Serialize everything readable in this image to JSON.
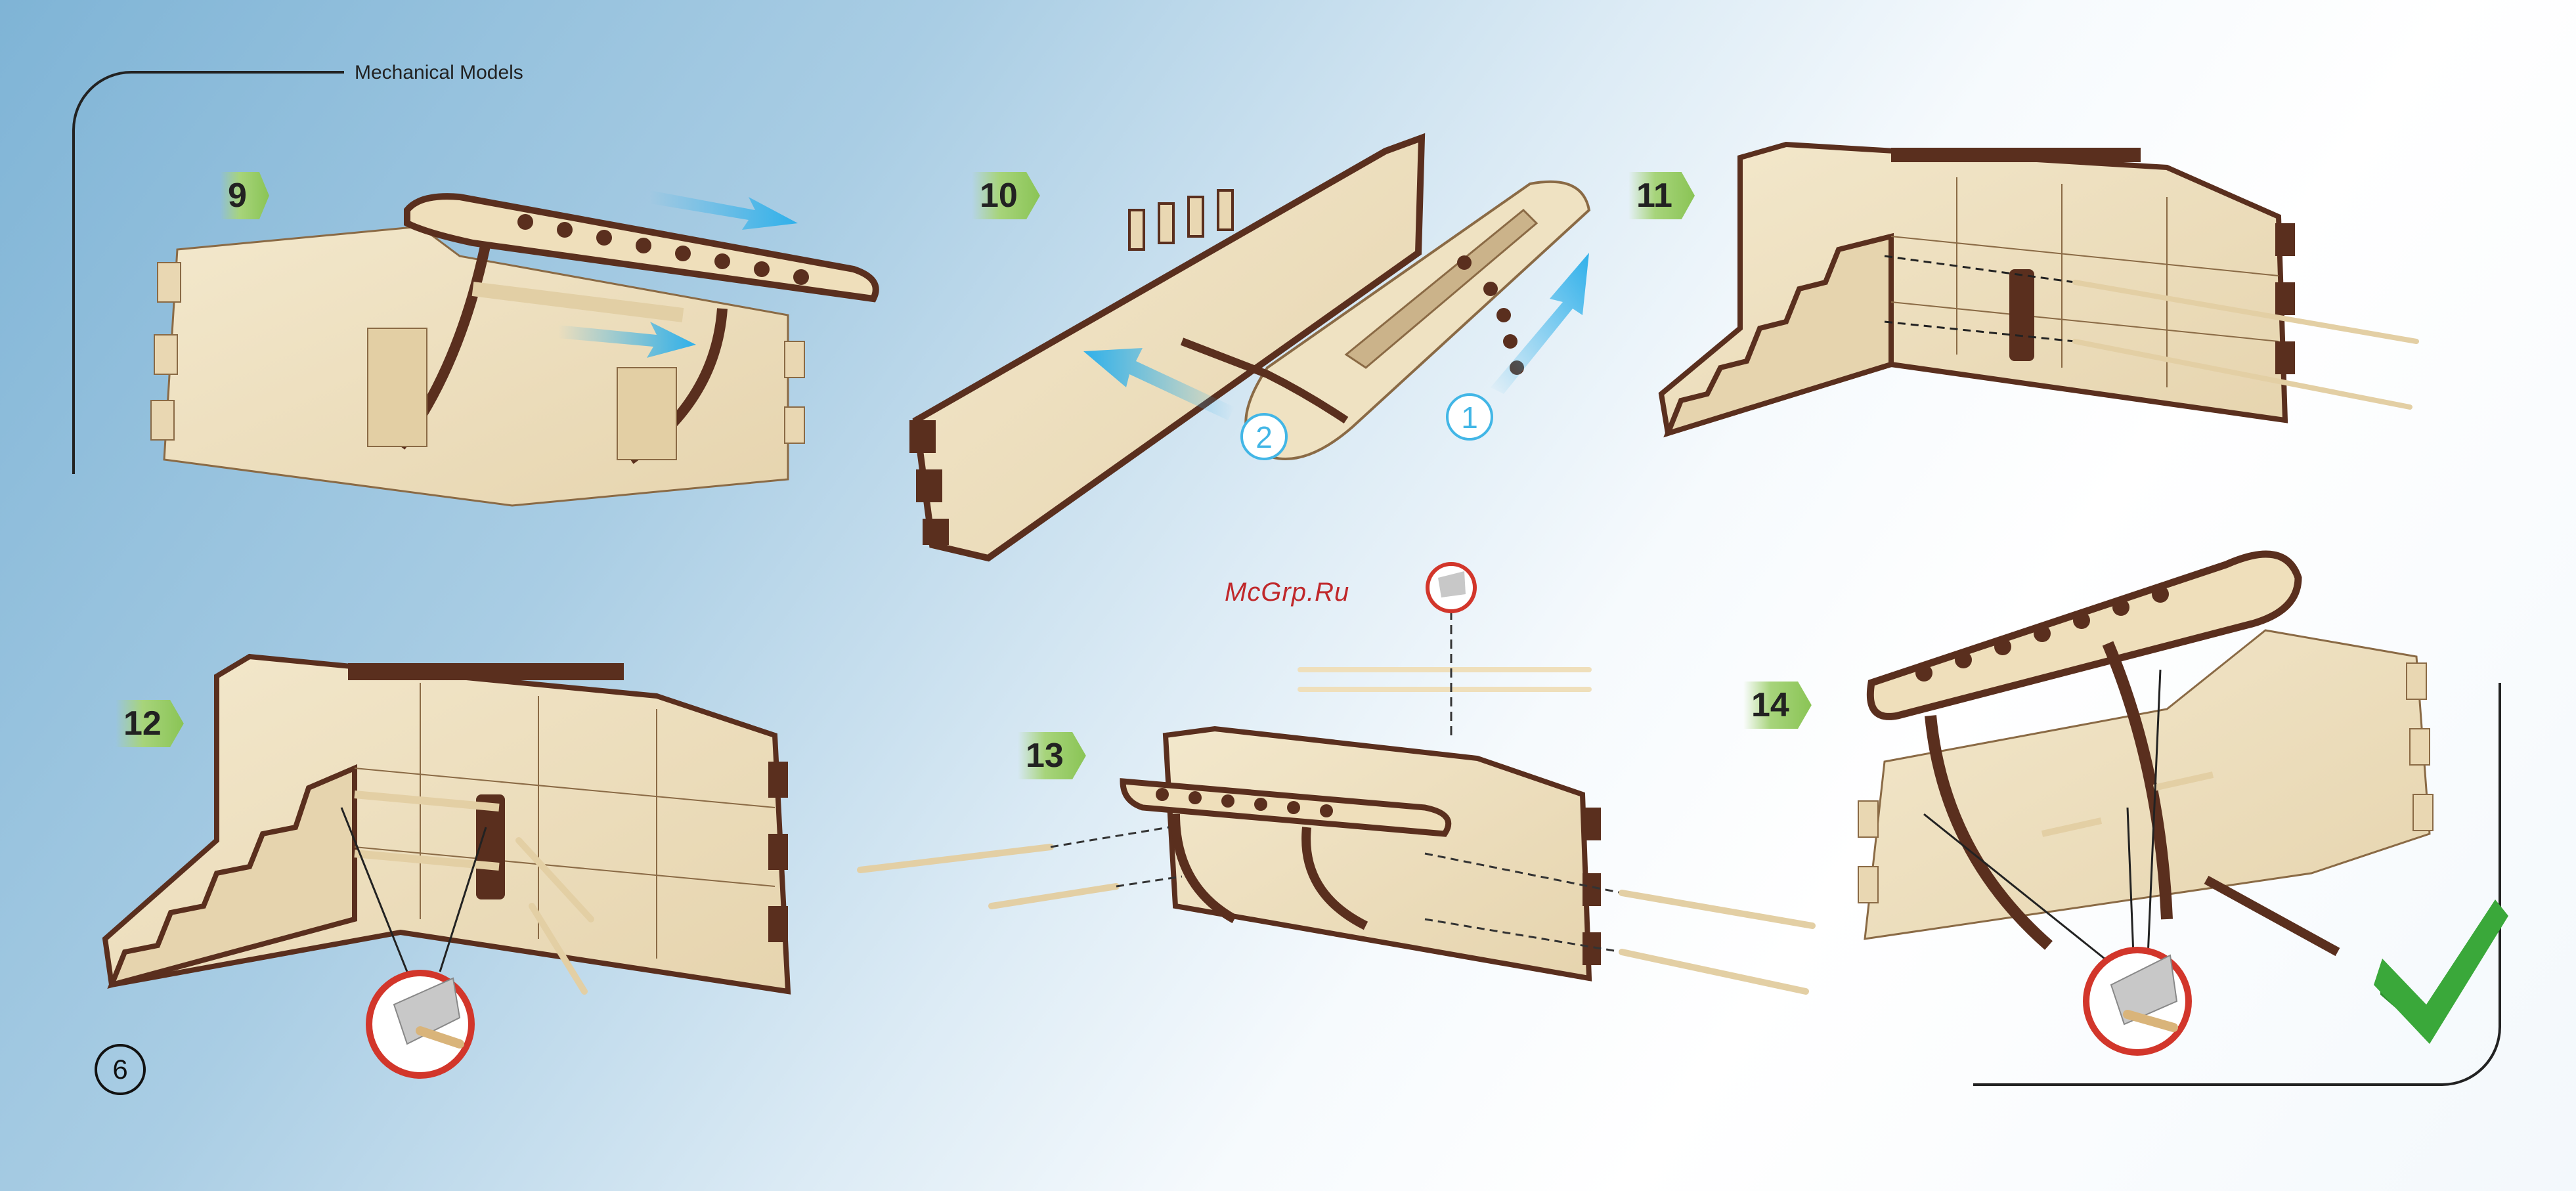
{
  "header": {
    "title": "Mechanical Models"
  },
  "page": {
    "number": "6"
  },
  "watermark": {
    "text": "McGrp.Ru"
  },
  "steps": [
    {
      "label": "9"
    },
    {
      "label": "10",
      "callouts": [
        "1",
        "2"
      ]
    },
    {
      "label": "11"
    },
    {
      "label": "12"
    },
    {
      "label": "13"
    },
    {
      "label": "14"
    }
  ],
  "colors": {
    "wood_face": "#efe2c2",
    "wood_edge": "#5a2f1e",
    "arrow": "#2fb0ea",
    "step_badge": "#8ac455",
    "warning_ring": "#d2362b",
    "check": "#3aa83a"
  },
  "icons": [
    "arrow-icon",
    "blade-warning-icon",
    "checkmark-icon"
  ]
}
